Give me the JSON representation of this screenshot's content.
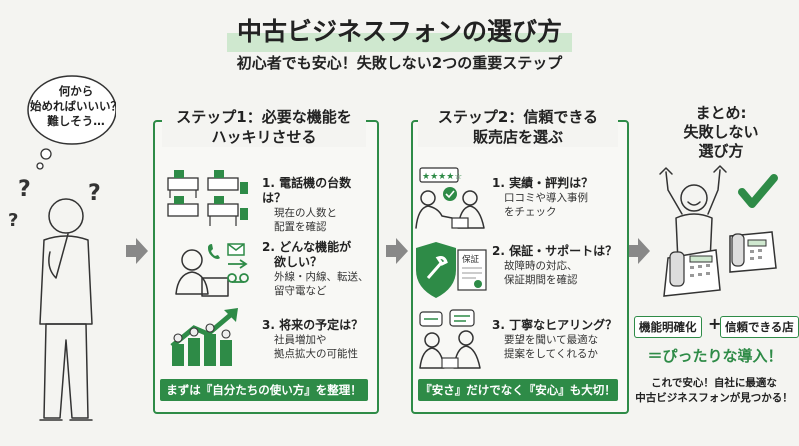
{
  "title": "中古ビジネスフォンの選び方",
  "subtitle": "初心者でも安心！失敗しない2つの重要ステップ",
  "thought_bubble": {
    "line1": "何から",
    "line2": "始めればいいい？",
    "line3": "難しそう…"
  },
  "step1": {
    "title_line1": "ステップ1：必要な機能を",
    "title_line2": "ハッキリさせる",
    "items": [
      {
        "num_title": "1. 電話機の台数は？",
        "desc1": "現在の人数と",
        "desc2": "配置を確認"
      },
      {
        "num_title": "2. どんな機能が",
        "num_title2": "欲しい？",
        "desc1": "外線・内線、転送、",
        "desc2": "留守電など"
      },
      {
        "num_title": "3. 将来の予定は？",
        "desc1": "社員増加や",
        "desc2": "拠点拡大の可能性"
      }
    ],
    "banner": "まずは『自分たちの使い方』を整理！"
  },
  "step2": {
    "title_line1": "ステップ2：信頼できる",
    "title_line2": "販売店を選ぶ",
    "items": [
      {
        "num_title": "1. 実績・評判は？",
        "desc1": "口コミや導入事例",
        "desc2": "をチェック"
      },
      {
        "num_title": "2. 保証・サポートは？",
        "desc1": "故障時の対応、",
        "desc2": "保証期間を確認"
      },
      {
        "num_title": "3. 丁寧なヒアリング？",
        "desc1": "要望を聞いて最適な",
        "desc2": "提案をしてくれるか"
      }
    ],
    "banner": "『安さ』だけでなく『安心』も大切！",
    "stars_text": "★★★★☆",
    "doc_label": "保証"
  },
  "summary": {
    "title_line1": "まとめ:",
    "title_line2": "失敗しない",
    "title_line3": "選び方",
    "tag1": "機能明確化",
    "plus": "+",
    "tag2": "信頼できる店",
    "result": "＝ぴったりな導入！",
    "closing1": "これで安心！自社に最適な",
    "closing2": "中古ビジネスフォンが見つかる！"
  },
  "colors": {
    "accent": "#2e8b47",
    "highlight": "#cfe8cf",
    "background": "#f4f4f1"
  }
}
